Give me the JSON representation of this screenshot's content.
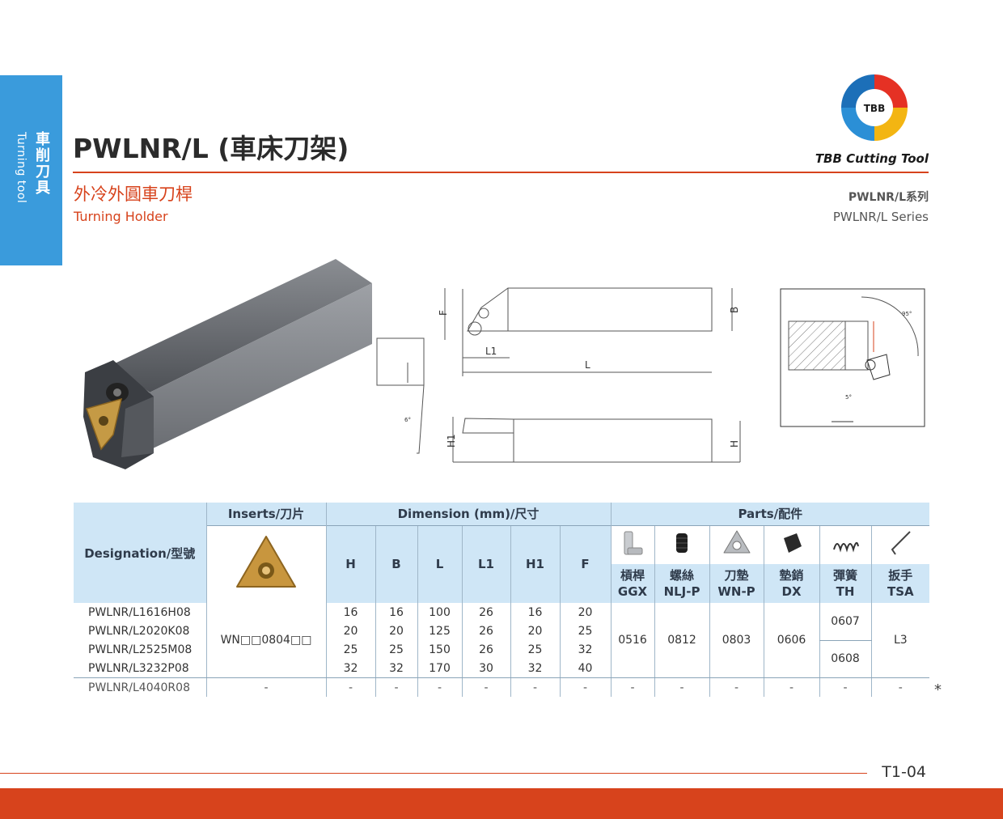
{
  "side": {
    "zh": "車削刀具",
    "en": "Turning tool"
  },
  "header": {
    "title": "PWLNR/L (車床刀架)",
    "subtitle_zh": "外冷外圓車刀桿",
    "subtitle_en": "Turning Holder",
    "series_zh": "PWLNR/L系列",
    "series_en": "PWLNR/L Series",
    "brand": "TBB Cutting Tool",
    "logo_text": "TBB"
  },
  "drawing": {
    "labels": {
      "f": "F",
      "b": "B",
      "l1": "L1",
      "l": "L",
      "h1": "H1",
      "h": "H",
      "a6": "6°",
      "a95": "95°",
      "a5": "5°"
    }
  },
  "table": {
    "designation_header": "Designation/型號",
    "inserts_header": "Inserts/刀片",
    "dimension_header": "Dimension (mm)/尺寸",
    "parts_header": "Parts/配件",
    "dim_cols": [
      "H",
      "B",
      "L",
      "L1",
      "H1",
      "F"
    ],
    "parts_cols": [
      {
        "zh": "槓桿",
        "code": "GGX",
        "icon": "lever-icon"
      },
      {
        "zh": "螺絲",
        "code": "NLJ-P",
        "icon": "screw-icon"
      },
      {
        "zh": "刀墊",
        "code": "WN-P",
        "icon": "shim-icon"
      },
      {
        "zh": "墊銷",
        "code": "DX",
        "icon": "pin-icon"
      },
      {
        "zh": "彈簧",
        "code": "TH",
        "icon": "spring-icon"
      },
      {
        "zh": "扳手",
        "code": "TSA",
        "icon": "wrench-icon"
      }
    ],
    "insert_code": "WN□□0804□□",
    "rows": [
      {
        "designation": "PWLNR/L1616H08",
        "H": "16",
        "B": "16",
        "L": "100",
        "L1": "26",
        "H1": "16",
        "F": "20"
      },
      {
        "designation": "PWLNR/L2020K08",
        "H": "20",
        "B": "20",
        "L": "125",
        "L1": "26",
        "H1": "20",
        "F": "25"
      },
      {
        "designation": "PWLNR/L2525M08",
        "H": "25",
        "B": "25",
        "L": "150",
        "L1": "26",
        "H1": "25",
        "F": "32"
      },
      {
        "designation": "PWLNR/L3232P08",
        "H": "32",
        "B": "32",
        "L": "170",
        "L1": "30",
        "H1": "32",
        "F": "40"
      }
    ],
    "parts_values": {
      "GGX": "0516",
      "NLJ_P": "0812",
      "WN_P": "0803",
      "DX": "0606",
      "TH_a": "0607",
      "TH_b": "0608",
      "TSA": "L3"
    },
    "last_row": {
      "designation": "PWLNR/L4040R08",
      "dash": "-"
    },
    "star": "*"
  },
  "footer": {
    "page": "T1-04"
  },
  "colors": {
    "accent": "#d7431c",
    "tab": "#3a9bdc",
    "header_bg": "#cfe6f6"
  }
}
